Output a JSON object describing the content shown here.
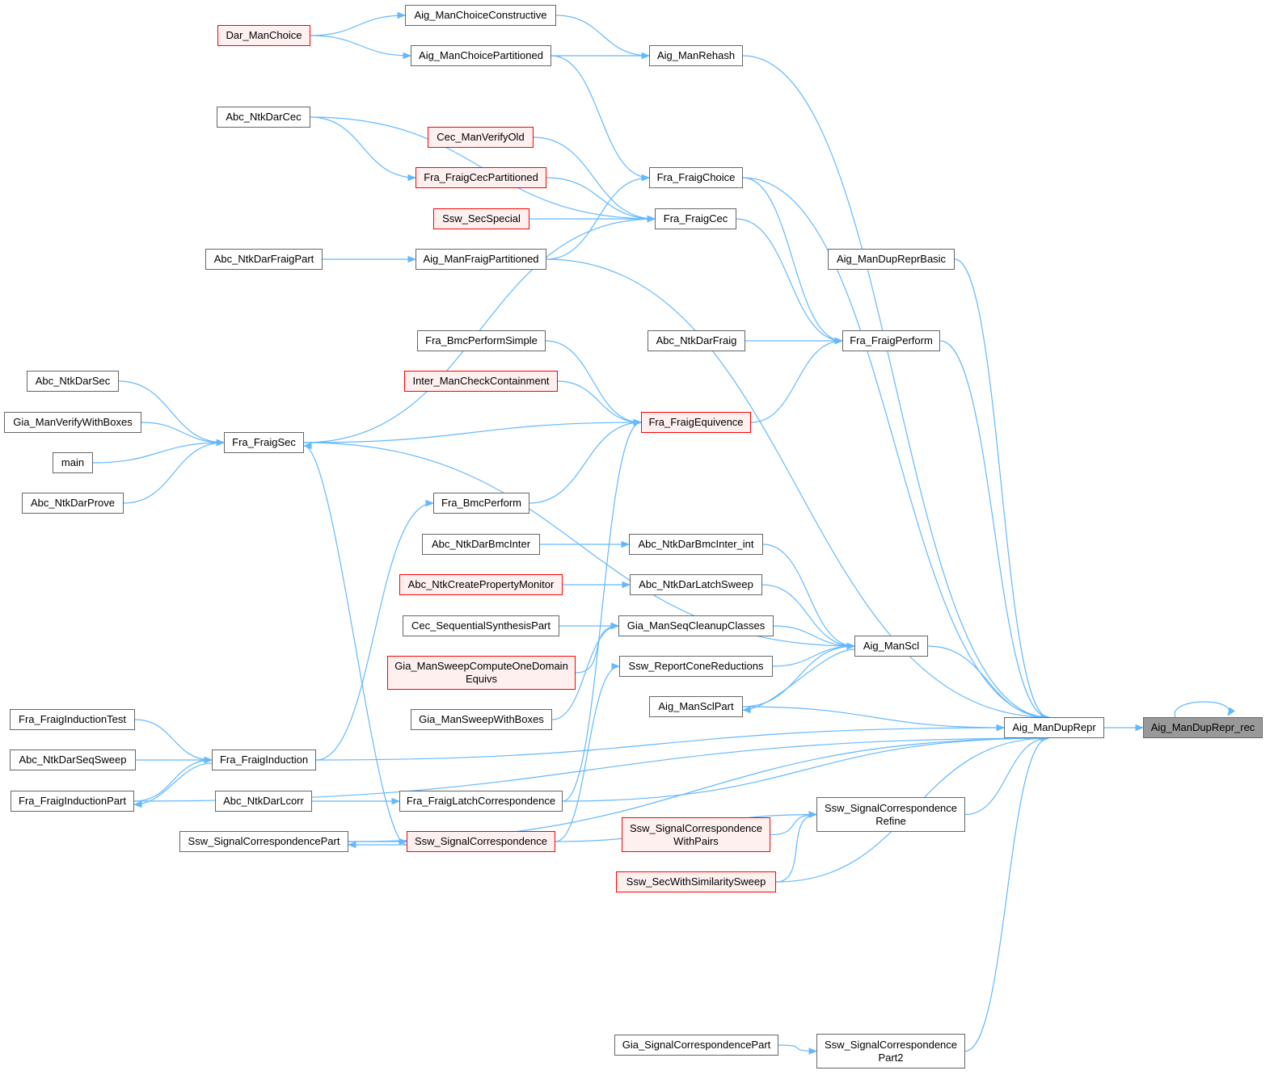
{
  "title": "Aig_ManDupRepr_rec caller graph",
  "colors": {
    "edge": "#63b8ff",
    "red_border": "#ff0000",
    "red_fill": "#fff0f0",
    "focus_fill": "#999999"
  },
  "nodes": [
    {
      "id": "rec",
      "label": "Aig_ManDupRepr_rec",
      "kind": "focus"
    },
    {
      "id": "dup",
      "label": "Aig_ManDupRepr"
    },
    {
      "id": "choiceC",
      "label": "Aig_ManChoiceConstructive"
    },
    {
      "id": "darChoice",
      "label": "Dar_ManChoice",
      "kind": "red"
    },
    {
      "id": "choiceP",
      "label": "Aig_ManChoicePartitioned"
    },
    {
      "id": "rehash",
      "label": "Aig_ManRehash"
    },
    {
      "id": "darCec",
      "label": "Abc_NtkDarCec"
    },
    {
      "id": "verifyOld",
      "label": "Cec_ManVerifyOld",
      "kind": "red"
    },
    {
      "id": "cecPart",
      "label": "Fra_FraigCecPartitioned",
      "kind": "red"
    },
    {
      "id": "fChoice",
      "label": "Fra_FraigChoice"
    },
    {
      "id": "secSpecial",
      "label": "Ssw_SecSpecial",
      "kind": "red"
    },
    {
      "id": "fCec",
      "label": "Fra_FraigCec"
    },
    {
      "id": "darFraigPart",
      "label": "Abc_NtkDarFraigPart"
    },
    {
      "id": "fraigPart",
      "label": "Aig_ManFraigPartitioned"
    },
    {
      "id": "dupBasic",
      "label": "Aig_ManDupReprBasic"
    },
    {
      "id": "bmcSimple",
      "label": "Fra_BmcPerformSimple"
    },
    {
      "id": "darFraig",
      "label": "Abc_NtkDarFraig"
    },
    {
      "id": "fPerform",
      "label": "Fra_FraigPerform"
    },
    {
      "id": "interCheck",
      "label": "Inter_ManCheckContainment",
      "kind": "red"
    },
    {
      "id": "darSec",
      "label": "Abc_NtkDarSec"
    },
    {
      "id": "fEquiv",
      "label": "Fra_FraigEquivence",
      "kind": "red"
    },
    {
      "id": "giaVerify",
      "label": "Gia_ManVerifyWithBoxes"
    },
    {
      "id": "fSec",
      "label": "Fra_FraigSec"
    },
    {
      "id": "main",
      "label": "main"
    },
    {
      "id": "darProve",
      "label": "Abc_NtkDarProve"
    },
    {
      "id": "bmcPerform",
      "label": "Fra_BmcPerform"
    },
    {
      "id": "darBmcInter",
      "label": "Abc_NtkDarBmcInter"
    },
    {
      "id": "darBmcInterInt",
      "label": "Abc_NtkDarBmcInter_int"
    },
    {
      "id": "propMon",
      "label": "Abc_NtkCreatePropertyMonitor",
      "kind": "red"
    },
    {
      "id": "latchSweep",
      "label": "Abc_NtkDarLatchSweep"
    },
    {
      "id": "cecSeqSyn",
      "label": "Cec_SequentialSynthesisPart"
    },
    {
      "id": "seqCleanup",
      "label": "Gia_ManSeqCleanupClasses"
    },
    {
      "id": "scl",
      "label": "Aig_ManScl"
    },
    {
      "id": "sweepOne",
      "label": "Gia_ManSweepComputeOneDomain\nEquivs",
      "kind": "red"
    },
    {
      "id": "coneRed",
      "label": "Ssw_ReportConeReductions"
    },
    {
      "id": "sclPart",
      "label": "Aig_ManSclPart"
    },
    {
      "id": "sweepBoxes",
      "label": "Gia_ManSweepWithBoxes"
    },
    {
      "id": "indTest",
      "label": "Fra_FraigInductionTest"
    },
    {
      "id": "fInduction",
      "label": "Fra_FraigInduction"
    },
    {
      "id": "seqSweep",
      "label": "Abc_NtkDarSeqSweep"
    },
    {
      "id": "indPart",
      "label": "Fra_FraigInductionPart"
    },
    {
      "id": "darLcorr",
      "label": "Abc_NtkDarLcorr"
    },
    {
      "id": "latchCorr",
      "label": "Fra_FraigLatchCorrespondence"
    },
    {
      "id": "scRefine",
      "label": "Ssw_SignalCorrespondence\nRefine"
    },
    {
      "id": "scPairs",
      "label": "Ssw_SignalCorrespondence\nWithPairs",
      "kind": "red"
    },
    {
      "id": "scPart",
      "label": "Ssw_SignalCorrespondencePart"
    },
    {
      "id": "sc",
      "label": "Ssw_SignalCorrespondence",
      "kind": "red"
    },
    {
      "id": "simSweep",
      "label": "Ssw_SecWithSimilaritySweep",
      "kind": "red"
    },
    {
      "id": "giaScPart",
      "label": "Gia_SignalCorrespondencePart"
    },
    {
      "id": "scPart2",
      "label": "Ssw_SignalCorrespondence\nPart2"
    }
  ],
  "edges": [
    [
      "darChoice",
      "choiceC"
    ],
    [
      "darChoice",
      "choiceP"
    ],
    [
      "choiceC",
      "rehash"
    ],
    [
      "choiceP",
      "rehash"
    ],
    [
      "choiceP",
      "fChoice"
    ],
    [
      "darCec",
      "fCec"
    ],
    [
      "darCec",
      "cecPart"
    ],
    [
      "verifyOld",
      "fCec"
    ],
    [
      "cecPart",
      "fCec"
    ],
    [
      "secSpecial",
      "fCec"
    ],
    [
      "fraigPart",
      "fChoice"
    ],
    [
      "darFraigPart",
      "fraigPart"
    ],
    [
      "fSec",
      "fCec"
    ],
    [
      "rehash",
      "dup"
    ],
    [
      "fChoice",
      "fPerform"
    ],
    [
      "fCec",
      "fPerform"
    ],
    [
      "darFraig",
      "fPerform"
    ],
    [
      "fEquiv",
      "fPerform"
    ],
    [
      "fraigPart",
      "dup"
    ],
    [
      "fChoice",
      "dup"
    ],
    [
      "dupBasic",
      "dup"
    ],
    [
      "fPerform",
      "dup"
    ],
    [
      "bmcSimple",
      "fEquiv"
    ],
    [
      "interCheck",
      "fEquiv"
    ],
    [
      "fSec",
      "fEquiv"
    ],
    [
      "bmcPerform",
      "fEquiv"
    ],
    [
      "latchCorr",
      "fEquiv"
    ],
    [
      "darSec",
      "fSec"
    ],
    [
      "giaVerify",
      "fSec"
    ],
    [
      "main",
      "fSec"
    ],
    [
      "darProve",
      "fSec"
    ],
    [
      "fSec",
      "scl"
    ],
    [
      "fInduction",
      "bmcPerform"
    ],
    [
      "darBmcInter",
      "darBmcInterInt"
    ],
    [
      "propMon",
      "latchSweep"
    ],
    [
      "cecSeqSyn",
      "seqCleanup"
    ],
    [
      "sweepOne",
      "seqCleanup"
    ],
    [
      "sweepBoxes",
      "seqCleanup"
    ],
    [
      "darBmcInterInt",
      "scl"
    ],
    [
      "latchSweep",
      "scl"
    ],
    [
      "seqCleanup",
      "scl"
    ],
    [
      "coneRed",
      "scl"
    ],
    [
      "sclPart",
      "scl"
    ],
    [
      "scl",
      "sclPart"
    ],
    [
      "scl",
      "dup"
    ],
    [
      "sclPart",
      "dup"
    ],
    [
      "indTest",
      "fInduction"
    ],
    [
      "seqSweep",
      "fInduction"
    ],
    [
      "indPart",
      "fInduction"
    ],
    [
      "fInduction",
      "indPart"
    ],
    [
      "fInduction",
      "dup"
    ],
    [
      "sc",
      "fSec"
    ],
    [
      "darLcorr",
      "latchCorr"
    ],
    [
      "latchCorr",
      "dup"
    ],
    [
      "sc",
      "scRefine"
    ],
    [
      "sc",
      "coneRed"
    ],
    [
      "scPart",
      "sc"
    ],
    [
      "sc",
      "scPart"
    ],
    [
      "scPairs",
      "scRefine"
    ],
    [
      "simSweep",
      "scRefine"
    ],
    [
      "scRefine",
      "dup"
    ],
    [
      "simSweep",
      "dup"
    ],
    [
      "scPart",
      "dup"
    ],
    [
      "indPart",
      "dup"
    ],
    [
      "giaScPart",
      "scPart2"
    ],
    [
      "scPart2",
      "dup"
    ],
    [
      "dup",
      "rec"
    ],
    [
      "rec",
      "rec"
    ]
  ]
}
